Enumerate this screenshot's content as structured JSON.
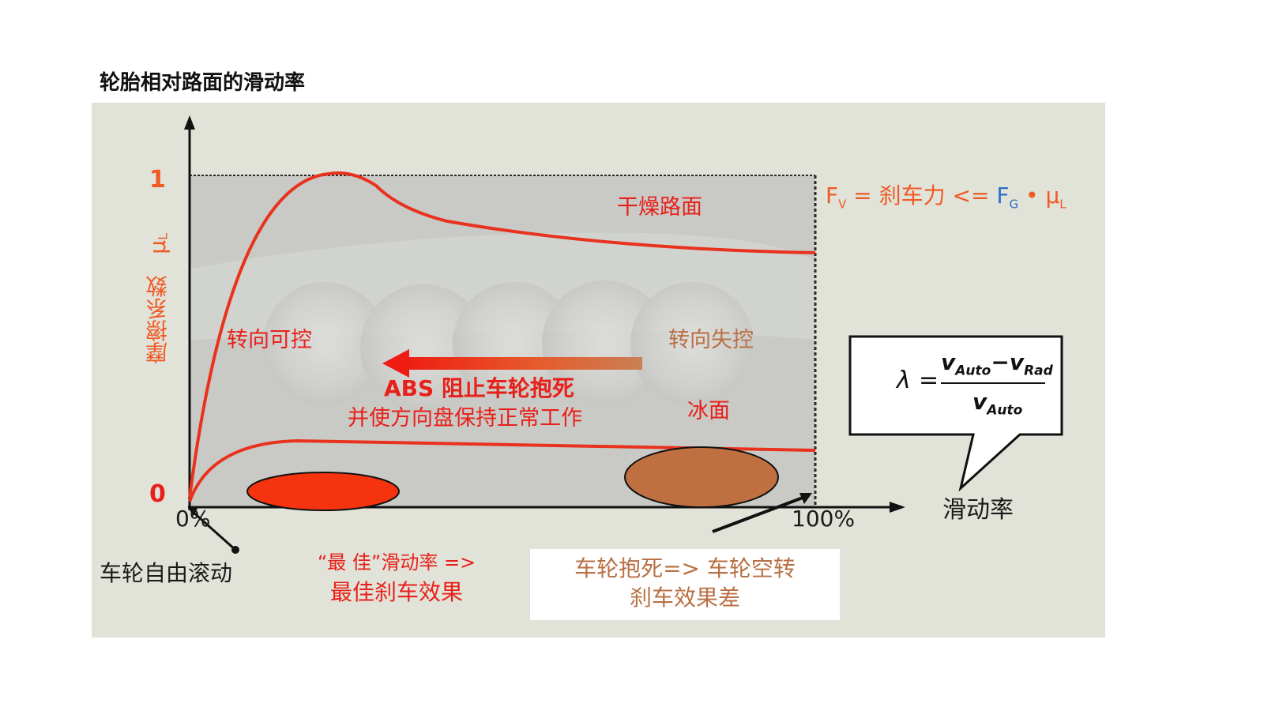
{
  "title": "轮胎相对路面的滑动率",
  "axes": {
    "y_label": "摩擦系数",
    "y_symbol": "μ",
    "y_symbol_sub": "L",
    "y_tick_top": "1",
    "y_tick_zero": "0",
    "x_tick_start": "0%",
    "x_tick_end": "100%",
    "x_label": "滑动率"
  },
  "curves": {
    "dry_label": "干燥路面",
    "ice_label": "冰面"
  },
  "zones": {
    "controllable": "转向可控",
    "uncontrollable": "转向失控"
  },
  "abs": {
    "line1": "ABS 阻止车轮抱死",
    "line2": "并使方向盘保持正常工作"
  },
  "force_formula": {
    "f": "F",
    "v_sub": "V",
    "eq": " = 刹车力 <= ",
    "fg": "F",
    "g_sub": "G",
    "dot": " • ",
    "mu": "μ",
    "l_sub": "L"
  },
  "slip_formula": {
    "lambda": "λ",
    "equals": "=",
    "numerator_v1": "v",
    "numerator_sub1": "Auto",
    "minus": "−",
    "numerator_v2": "v",
    "numerator_sub2": "Rad",
    "denominator_v": "v",
    "denominator_sub": "Auto"
  },
  "callouts": {
    "free_rolling": "车轮自由滚动",
    "best_slip_line1_quote": "“最 佳”滑动率 =>",
    "best_slip_line2": "最佳刹车效果",
    "locked_line1": "车轮抱死=> 车轮空转",
    "locked_line2": "刹车效果差"
  },
  "colors": {
    "panel_bg": "#e1e2d8",
    "plot_bg": "#c9cac5",
    "curve": "#e8321e",
    "best_ellipse": "#f5330f",
    "locked_ellipse": "#c07040",
    "fg_blue": "#2a6fc4",
    "label_orange": "#f05a24"
  }
}
